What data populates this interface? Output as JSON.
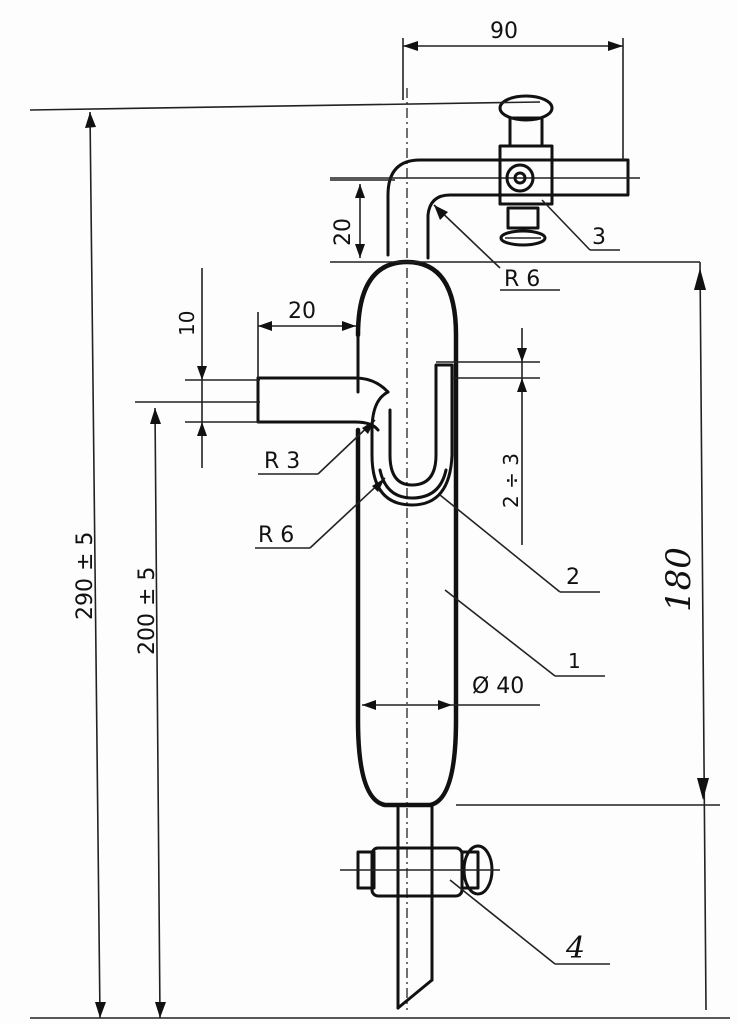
{
  "dimensions": {
    "width_top": "90",
    "overall_height": "290 ± 5",
    "outlet_height": "200 ± 5",
    "inlet_rise": "20",
    "side_tube_length": "20",
    "side_tube_offset": "10",
    "inner_tube_gap": "2 ÷ 3",
    "vessel_length": "180",
    "vessel_diameter": "Ø 40",
    "bend_radius_upper": "R 6",
    "bend_radius_side": "R 3",
    "bend_radius_u": "R 6"
  },
  "callouts": {
    "part_1": "1",
    "part_2": "2",
    "part_3": "3",
    "part_4": "4"
  }
}
